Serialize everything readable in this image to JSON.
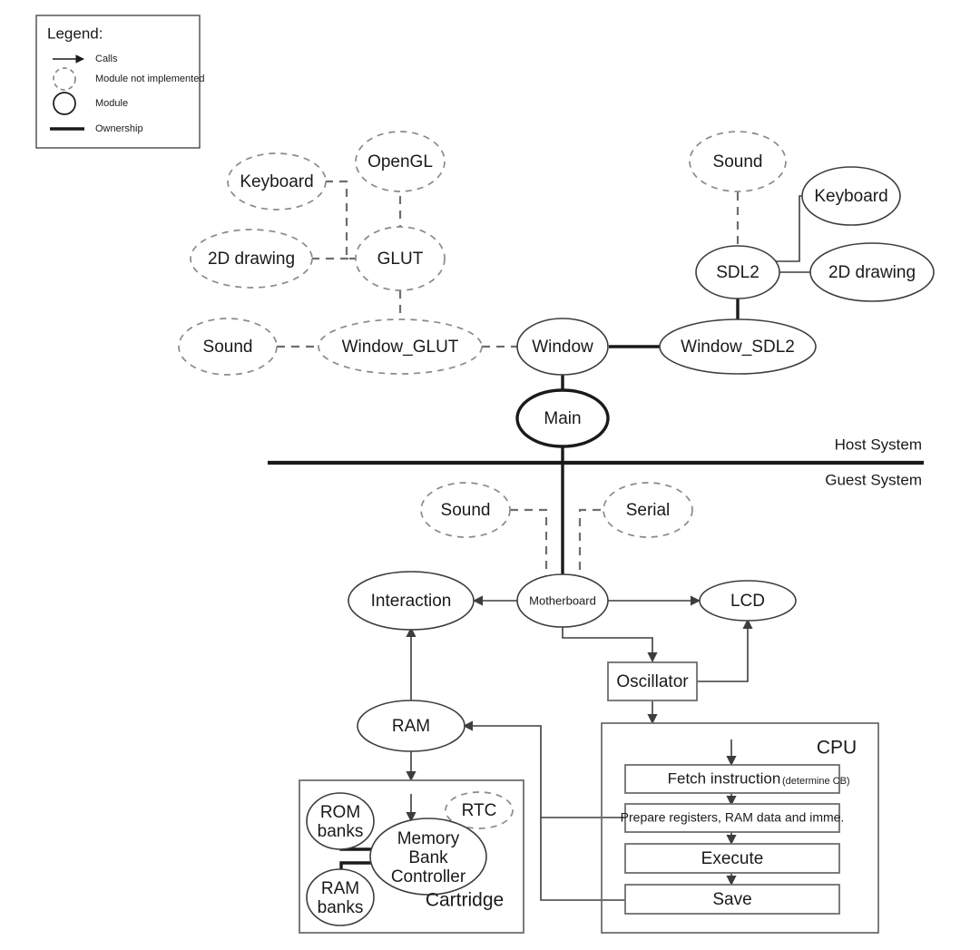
{
  "diagram": {
    "title": "Game Boy emulator module architecture",
    "colors": {
      "solid_stroke": "#3d3d3d",
      "bold_stroke": "#1a1a1a",
      "dashed_stroke": "#8a8a8a",
      "box_stroke": "#6e6e6e",
      "background": "#ffffff"
    }
  },
  "legend": {
    "title": "Legend:",
    "entries": [
      {
        "key": "calls",
        "label": "Calls",
        "symbol": "arrow"
      },
      {
        "key": "not-implemented",
        "label": "Module not implemented",
        "symbol": "dashed-circle"
      },
      {
        "key": "module",
        "label": "Module",
        "symbol": "solid-circle"
      },
      {
        "key": "ownership",
        "label": "Ownership",
        "symbol": "thick-line"
      }
    ]
  },
  "sections": {
    "host_label": "Host System",
    "guest_label": "Guest System"
  },
  "host": {
    "glut_branch": {
      "keyboard": "Keyboard",
      "opengl": "OpenGL",
      "two_d_drawing": "2D drawing",
      "glut": "GLUT",
      "sound": "Sound",
      "window_glut": "Window_GLUT"
    },
    "sdl_branch": {
      "sound": "Sound",
      "keyboard": "Keyboard",
      "two_d_drawing": "2D drawing",
      "sdl2": "SDL2",
      "window_sdl2": "Window_SDL2"
    },
    "window": "Window",
    "main": "Main"
  },
  "guest": {
    "sound": "Sound",
    "serial": "Serial",
    "motherboard": "Motherboard",
    "interaction": "Interaction",
    "lcd": "LCD",
    "oscillator": "Oscillator",
    "ram": "RAM",
    "cartridge": {
      "group_label": "Cartridge",
      "rom_banks": "ROM\nbanks",
      "rom_banks_line1": "ROM",
      "rom_banks_line2": "banks",
      "ram_banks_line1": "RAM",
      "ram_banks_line2": "banks",
      "rtc": "RTC",
      "mbc_line1": "Memory",
      "mbc_line2": "Bank",
      "mbc_line3": "Controller"
    },
    "cpu": {
      "group_label": "CPU",
      "stages": [
        {
          "main": "Fetch instruction",
          "note": "(determine CB)"
        },
        {
          "main": "Prepare registers, RAM data and imme.",
          "note": ""
        },
        {
          "main": "Execute",
          "note": ""
        },
        {
          "main": "Save",
          "note": ""
        }
      ]
    }
  }
}
